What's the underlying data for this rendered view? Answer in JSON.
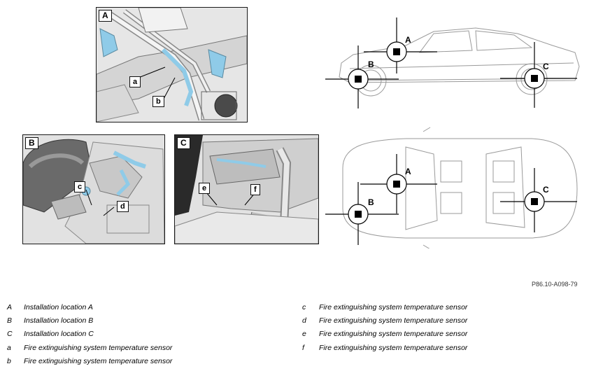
{
  "panels": {
    "A": {
      "label": "A",
      "callouts": [
        "a",
        "b"
      ]
    },
    "B": {
      "label": "B",
      "callouts": [
        "c",
        "d"
      ]
    },
    "C": {
      "label": "C",
      "callouts": [
        "e",
        "f"
      ]
    }
  },
  "vehicle_markers": {
    "side": [
      "A",
      "B",
      "C"
    ],
    "top": [
      "A",
      "B",
      "C"
    ]
  },
  "figure_ref": "P86.10-A098-79",
  "legend_left": [
    {
      "key": "A",
      "text": "Installation location A"
    },
    {
      "key": "B",
      "text": "Installation location B"
    },
    {
      "key": "C",
      "text": "Installation location C"
    },
    {
      "key": "a",
      "text": "Fire extinguishing system temperature sensor"
    },
    {
      "key": "b",
      "text": "Fire extinguishing system temperature sensor"
    }
  ],
  "legend_right": [
    {
      "key": "c",
      "text": "Fire extinguishing system temperature sensor"
    },
    {
      "key": "d",
      "text": "Fire extinguishing system temperature sensor"
    },
    {
      "key": "e",
      "text": "Fire extinguishing system temperature sensor"
    },
    {
      "key": "f",
      "text": "Fire extinguishing system temperature sensor"
    }
  ],
  "colors": {
    "sensor_highlight": "#8fcbe8",
    "outline": "#1a1a1a",
    "panel_bg": "#e4e4e4"
  }
}
